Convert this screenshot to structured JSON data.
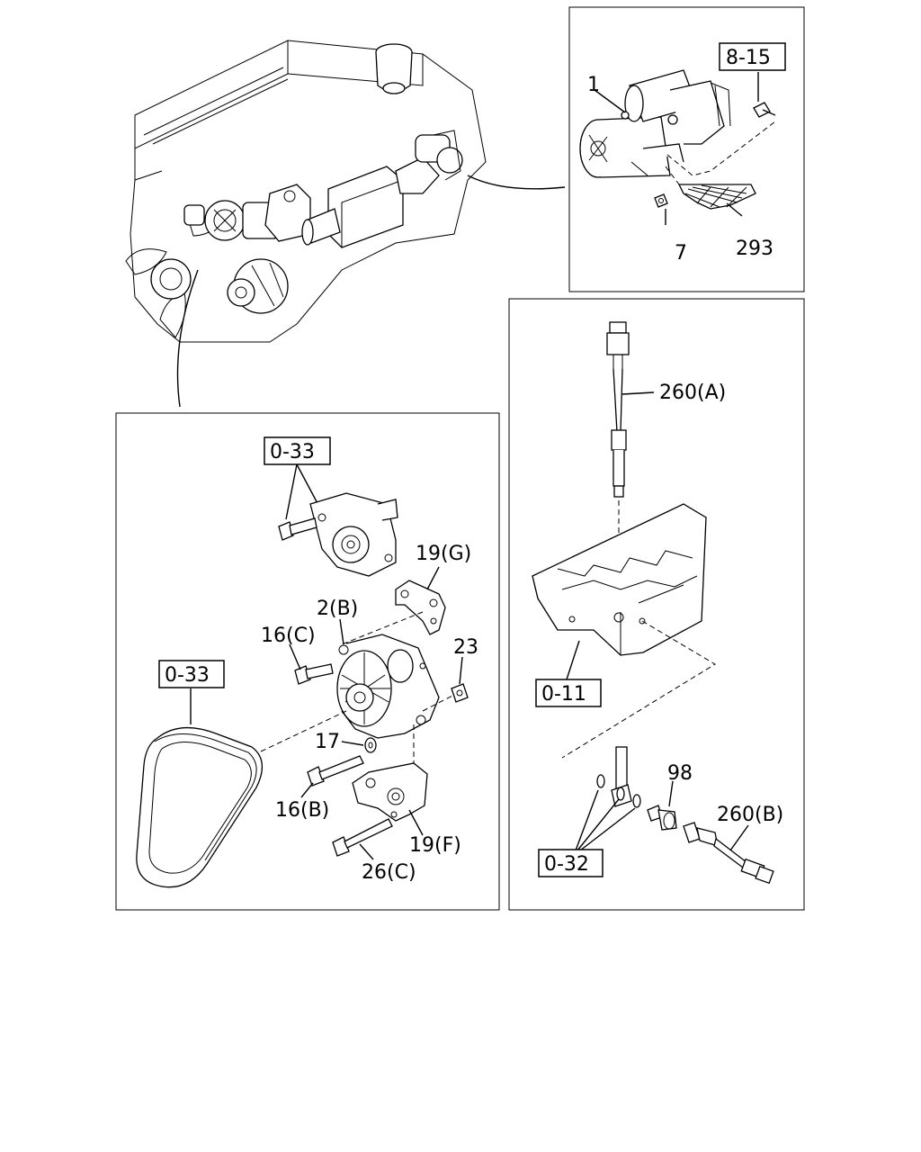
{
  "labels": {
    "starter_part": "1",
    "starter_ref": "8-15",
    "starter_nut": "7",
    "starter_bracket": "293",
    "sensor_a": "260(A)",
    "head_ref": "0-11",
    "sensor_b": "260(B)",
    "sensor_bolt": "98",
    "washer_ref": "0-32",
    "pump_ref": "0-33",
    "bracket_g": "19(G)",
    "alt_2b": "2(B)",
    "bolt_16c": "16(C)",
    "nut_23": "23",
    "belt_ref": "0-33",
    "washer_17": "17",
    "bolt_16b": "16(B)",
    "bracket_f": "19(F)",
    "bolt_26c": "26(C)"
  }
}
